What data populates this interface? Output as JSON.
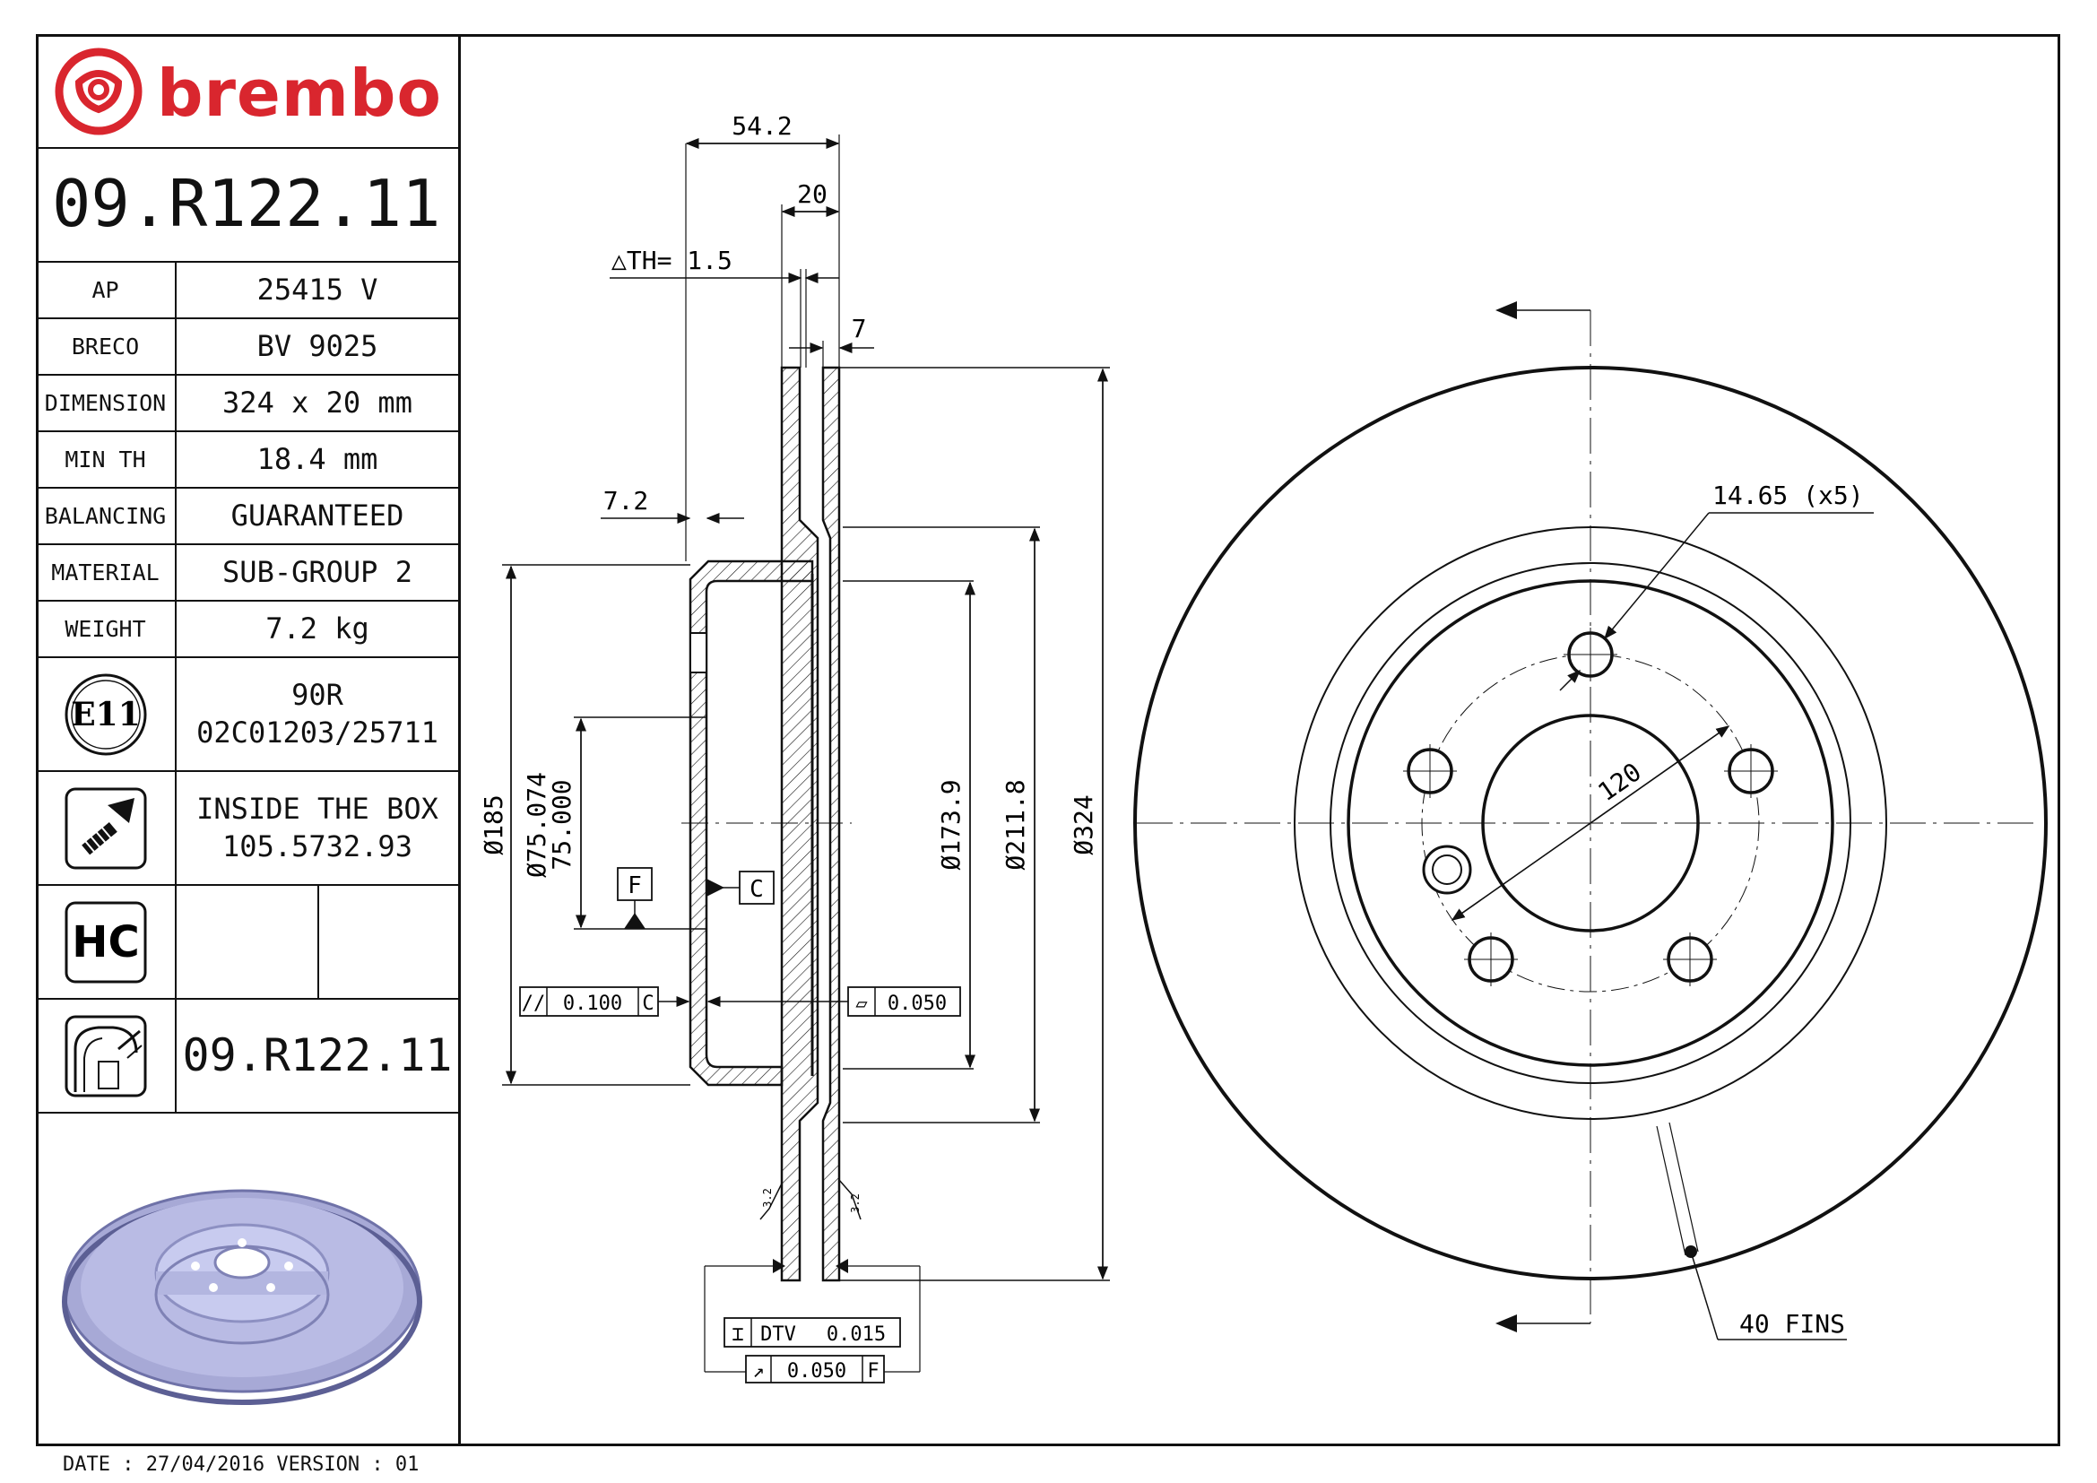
{
  "brand": {
    "name": "brembo",
    "color": "#d9262e"
  },
  "part_number": "09.R122.11",
  "specs": [
    {
      "label": "AP",
      "value": "25415 V"
    },
    {
      "label": "BRECO",
      "value": "BV 9025"
    },
    {
      "label": "DIMENSION",
      "value": "324 x 20 mm"
    },
    {
      "label": "MIN TH",
      "value": "18.4 mm"
    },
    {
      "label": "BALANCING",
      "value": "GUARANTEED"
    },
    {
      "label": "MATERIAL",
      "value": "SUB-GROUP 2"
    },
    {
      "label": "WEIGHT",
      "value": "7.2 kg"
    }
  ],
  "certification": {
    "mark": "E11",
    "line1": "90R",
    "line2": "02C01203/25711"
  },
  "inside_box": {
    "line1": "INSIDE THE BOX",
    "line2": "105.5732.93"
  },
  "hc_badge": "HC",
  "bottom_part_number": "09.R122.11",
  "footer": "DATE : 27/04/2016 VERSION : 01",
  "section_dims": {
    "overall_width": "54.2",
    "thickness": "20",
    "delta_th": "△TH= 1.5",
    "friction_ring": "7",
    "hat_wall": "7.2",
    "d185": "Ø185",
    "d75": "Ø75.074",
    "d75b": "75.000",
    "d173": "Ø173.9",
    "d211": "Ø211.8",
    "d324": "Ø324",
    "datum_f": "F",
    "datum_c": "C",
    "tol_parallel": "0.100",
    "tol_parallel_ref": "C",
    "tol_flat": "0.050",
    "dtv_label": "DTV",
    "dtv_value": "0.015",
    "runout_value": "0.050",
    "runout_ref": "F",
    "rough1": "3.2",
    "rough2": "3.2"
  },
  "front_dims": {
    "bolt_hole": "14.65 (x5)",
    "pcd": "120",
    "fins": "40 FINS"
  }
}
